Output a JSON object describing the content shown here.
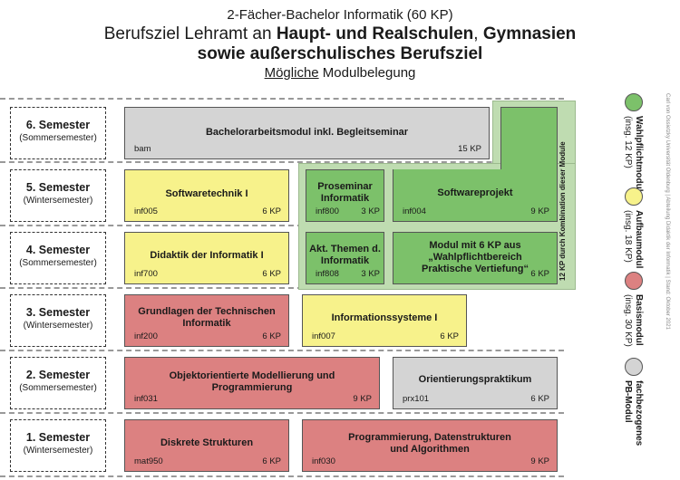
{
  "header": {
    "line1": "2-Fächer-Bachelor Informatik (60 KP)",
    "line2_pre": "Berufsziel Lehramt an ",
    "line2_bold": "Haupt- und Realschulen",
    "line2_mid": ", ",
    "line2_bold2": "Gymnasien",
    "line3": "sowie außerschulisches Berufsziel",
    "line4_u": "Mögliche",
    "line4_rest": " Modulbelegung"
  },
  "semesters": [
    {
      "title": "6. Semester",
      "sub": "(Sommersemester)"
    },
    {
      "title": "5. Semester",
      "sub": "(Wintersemester)"
    },
    {
      "title": "4. Semester",
      "sub": "(Sommersemester)"
    },
    {
      "title": "3. Semester",
      "sub": "(Wintersemester)"
    },
    {
      "title": "2. Semester",
      "sub": "(Sommersemester)"
    },
    {
      "title": "1. Semester",
      "sub": "(Wintersemester)"
    }
  ],
  "modules": {
    "bam": {
      "title": "Bachelorarbeitsmodul inkl. Begleitseminar",
      "code": "bam",
      "kp": "15 KP",
      "type": "fachbezogenes PB-Modul"
    },
    "inf005": {
      "title": "Softwaretechnik I",
      "code": "inf005",
      "kp": "6 KP",
      "type": "Aufbaumodul"
    },
    "inf800": {
      "title": "Proseminar Informatik",
      "code": "inf800",
      "kp": "3 KP",
      "type": "Wahlpflichtmodul"
    },
    "inf004": {
      "title": "Softwareprojekt",
      "code": "inf004",
      "kp": "9 KP",
      "type": "Wahlpflichtmodul"
    },
    "inf700": {
      "title": "Didaktik der Informatik I",
      "code": "inf700",
      "kp": "6 KP",
      "type": "Aufbaumodul"
    },
    "inf808": {
      "title": "Akt. Themen d. Informatik",
      "code": "inf808",
      "kp": "3 KP",
      "type": "Wahlpflichtmodul"
    },
    "wpb": {
      "title": "Modul mit 6 KP aus „Wahlpflichtbereich Praktische Vertiefung“",
      "kp": "6 KP",
      "type": "Wahlpflichtmodul"
    },
    "inf200": {
      "title": "Grundlagen der Technischen Informatik",
      "code": "inf200",
      "kp": "6 KP",
      "type": "Basismodul"
    },
    "inf007": {
      "title": "Informationssysteme I",
      "code": "inf007",
      "kp": "6 KP",
      "type": "Aufbaumodul"
    },
    "inf031": {
      "title": "Objektorientierte Modellierung und Programmierung",
      "code": "inf031",
      "kp": "9 KP",
      "type": "Basismodul"
    },
    "prx101": {
      "title": "Orientierungspraktikum",
      "code": "prx101",
      "kp": "6 KP",
      "type": "fachbezogenes PB-Modul"
    },
    "mat950": {
      "title": "Diskrete Strukturen",
      "code": "mat950",
      "kp": "6 KP",
      "type": "Basismodul"
    },
    "inf030": {
      "title": "Programmierung, Datenstrukturen und Algorithmen",
      "code": "inf030",
      "kp": "9 KP",
      "type": "Basismodul"
    }
  },
  "combo_note": "12 KP durch Kombination dieser Module",
  "legend": [
    {
      "label": "Wahlpflichtmodul",
      "sub": "(insg. 12 KP)",
      "color": "#7cc16a"
    },
    {
      "label": "Aufbaumodul",
      "sub": "(insg. 18 KP)",
      "color": "#f7f28b"
    },
    {
      "label": "Basismodul",
      "sub": "(insg. 30 KP)",
      "color": "#dc8181"
    },
    {
      "label": "fachbezogenes",
      "sub": "PB-Modul",
      "color": "#d4d4d4"
    }
  ],
  "footnote": "Carl von Ossietzky Universität Oldenburg  |  Abteilung Didaktik der Informatik  |  Stand: Oktober 2021"
}
